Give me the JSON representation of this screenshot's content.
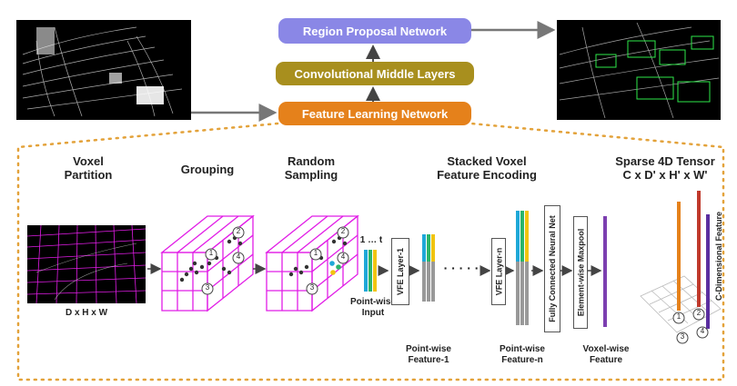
{
  "pipeline": {
    "rpn": "Region Proposal Network",
    "cml": "Convolutional Middle Layers",
    "fln": "Feature Learning Network",
    "colors": {
      "rpn": "#8a87e6",
      "cml": "#a88f1e",
      "fln": "#e5811b",
      "magenta": "#e11ce6",
      "dotted": "#e3a23a"
    }
  },
  "stages": {
    "voxel_partition": "Voxel\nPartition",
    "grouping": "Grouping",
    "random_sampling": "Random\nSampling",
    "svfe": "Stacked Voxel\nFeature Encoding",
    "sparse": "Sparse 4D Tensor\nC x D' x H' x W'"
  },
  "labels": {
    "dxhxw": "D x H x W",
    "one_t": "1 … t",
    "pointwise_input": "Point-wise\nInput",
    "vfe1": "VFE Layer-1",
    "vfen": "VFE Layer-n",
    "fcn": "Fully Connected Neural Net",
    "maxpool": "Element-wise Maxpool",
    "pw_feature_1": "Point-wise\nFeature-1",
    "pw_feature_n": "Point-wise\nFeature-n",
    "voxelwise_feature": "Voxel-wise\nFeature",
    "c_dim": "C-Dimensional Feature",
    "dots": "· · · · ·"
  },
  "voxel_numbers": [
    "1",
    "2",
    "3",
    "4"
  ]
}
